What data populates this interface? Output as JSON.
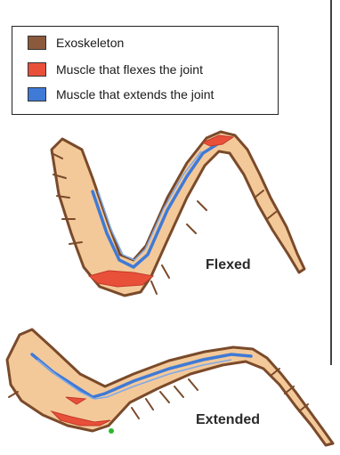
{
  "legend": {
    "items": [
      {
        "label": "Exoskeleton",
        "color": "#8b5a3c"
      },
      {
        "label": "Muscle that flexes the joint",
        "color": "#e8503a"
      },
      {
        "label": "Muscle that extends the joint",
        "color": "#3f7ad6"
      }
    ]
  },
  "labels": {
    "flexed": "Flexed",
    "extended": "Extended"
  },
  "colors": {
    "exoskeleton": "#7a4a2a",
    "tissue": "#f3c99a",
    "flexor": "#e8503a",
    "extensor": "#3f7ad6",
    "marker": "#2db82d"
  }
}
